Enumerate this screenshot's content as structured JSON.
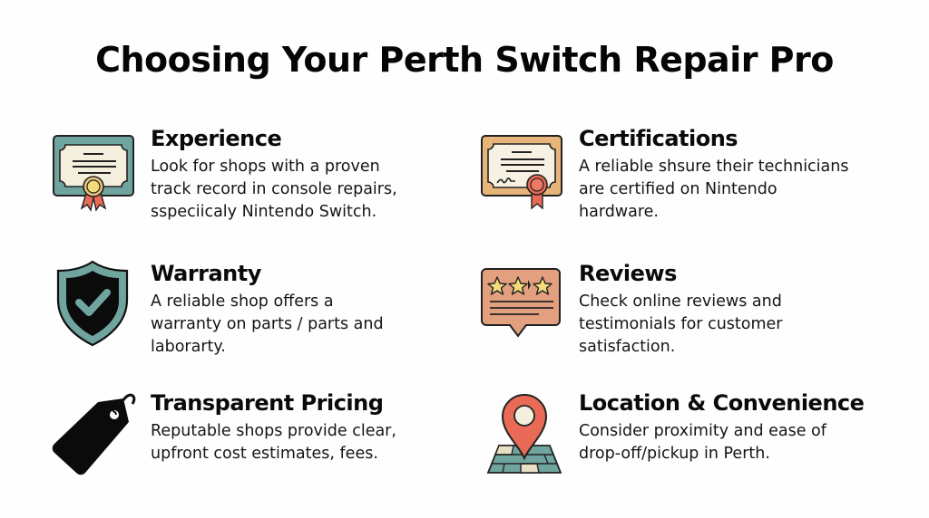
{
  "title": "Choosing Your Perth Switch Repair Pro",
  "colors": {
    "teal": "#6fa59e",
    "cream": "#f4efdc",
    "tan": "#e7b57a",
    "coral": "#e86a57",
    "peach": "#e3a07f",
    "star": "#f3dc7a",
    "black": "#0a0a0a"
  },
  "items": [
    {
      "id": "experience",
      "icon": "certificate-teal-icon",
      "heading": "Experience",
      "lines": [
        "Look for shops with a proven",
        "track record in console repairs,",
        "sspeciicaly Nintendo Switch."
      ]
    },
    {
      "id": "certifications",
      "icon": "certificate-signed-icon",
      "heading": "Certifications",
      "lines": [
        "A reliable shsure their technicians",
        "are certified on Nintendo",
        "hardware."
      ]
    },
    {
      "id": "warranty",
      "icon": "shield-check-icon",
      "heading": "Warranty",
      "lines": [
        "A reliable shop offers a",
        "warranty on parts / parts and",
        "laborarty."
      ]
    },
    {
      "id": "reviews",
      "icon": "review-stars-bubble-icon",
      "heading": "Reviews",
      "lines": [
        "Check online reviews and",
        "testimonials for customer",
        "satisfaction."
      ]
    },
    {
      "id": "pricing",
      "icon": "price-tag-icon",
      "heading": "Transparent Pricing",
      "lines": [
        "Reputable shops provide clear,",
        "upfront cost estimates, fees."
      ]
    },
    {
      "id": "location",
      "icon": "map-pin-icon",
      "heading": "Location & Convenience",
      "lines": [
        "Consider proximity and ease of",
        "drop-off/pickup in Perth."
      ]
    }
  ]
}
